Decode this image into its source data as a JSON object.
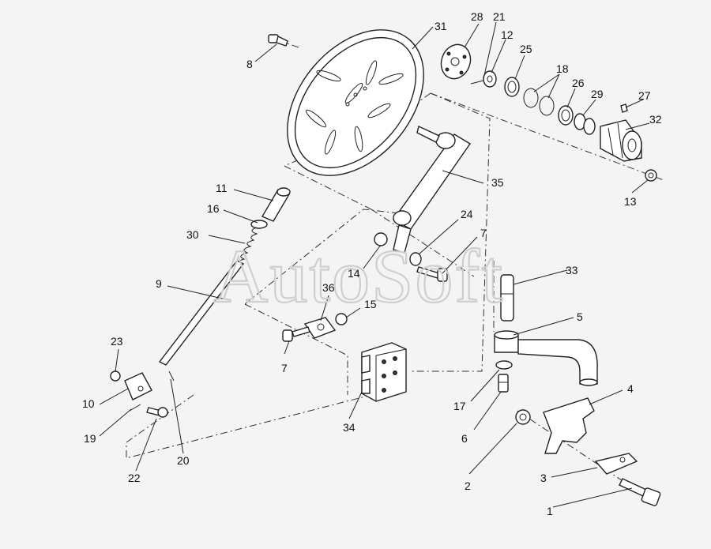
{
  "watermark": "AutoSoft",
  "callouts": [
    "1",
    "2",
    "3",
    "4",
    "5",
    "6",
    "7",
    "8",
    "9",
    "10",
    "11",
    "12",
    "13",
    "14",
    "15",
    "16",
    "17",
    "18",
    "19",
    "20",
    "21",
    "22",
    "23",
    "24",
    "25",
    "26",
    "27",
    "28",
    "29",
    "30",
    "31",
    "32",
    "33",
    "34",
    "35",
    "36"
  ]
}
